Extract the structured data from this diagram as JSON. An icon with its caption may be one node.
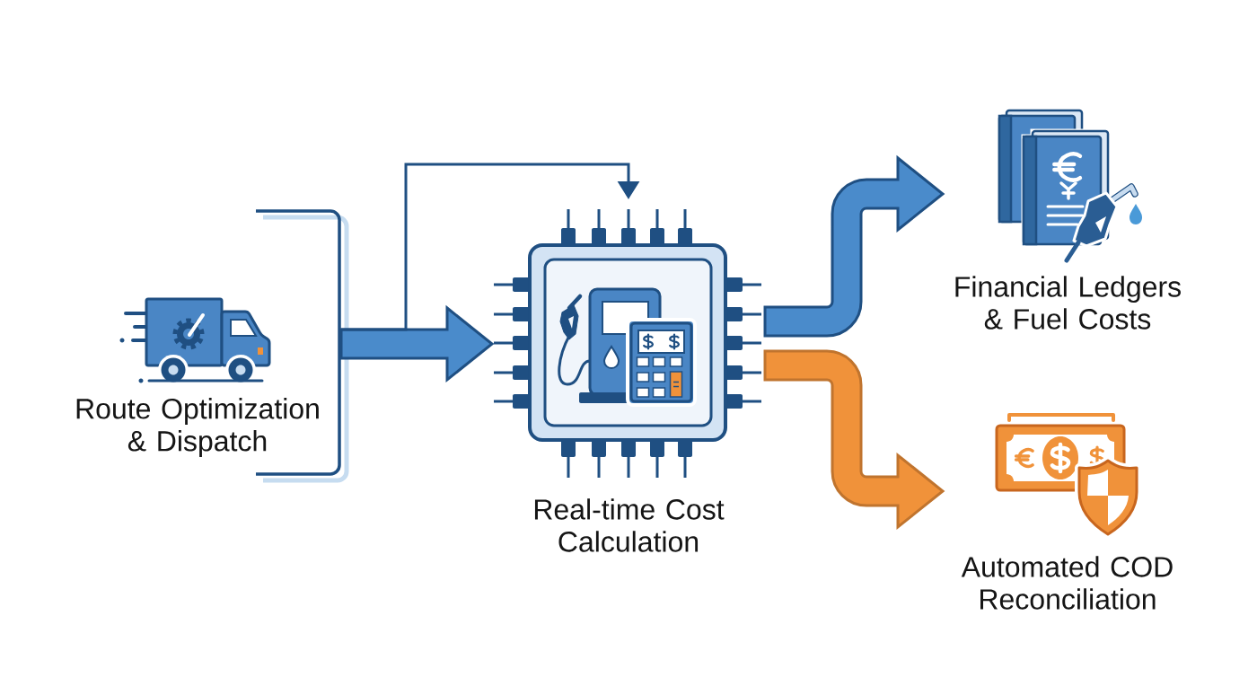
{
  "diagram": {
    "nodes": [
      {
        "text": [
          "Route Optimization & Dispatch"
        ]
      },
      {
        "text": [
          "Real-time Cost Calculation"
        ]
      },
      {
        "text": [
          "Financial Ledgers & Fuel Costs"
        ]
      },
      {
        "text": [
          "Automated COD Reconciliation"
        ]
      }
    ],
    "edges": [
      {
        "from": 0,
        "to": 1,
        "arrow": "to",
        "style": "thick"
      },
      {
        "from": 0,
        "to": 1,
        "arrow": "to"
      },
      {
        "from": 1,
        "to": 2,
        "arrow": "to",
        "style": "thick"
      },
      {
        "from": 1,
        "to": 3,
        "arrow": "to",
        "style": "thick",
        "color": "#f0923a"
      }
    ]
  }
}
